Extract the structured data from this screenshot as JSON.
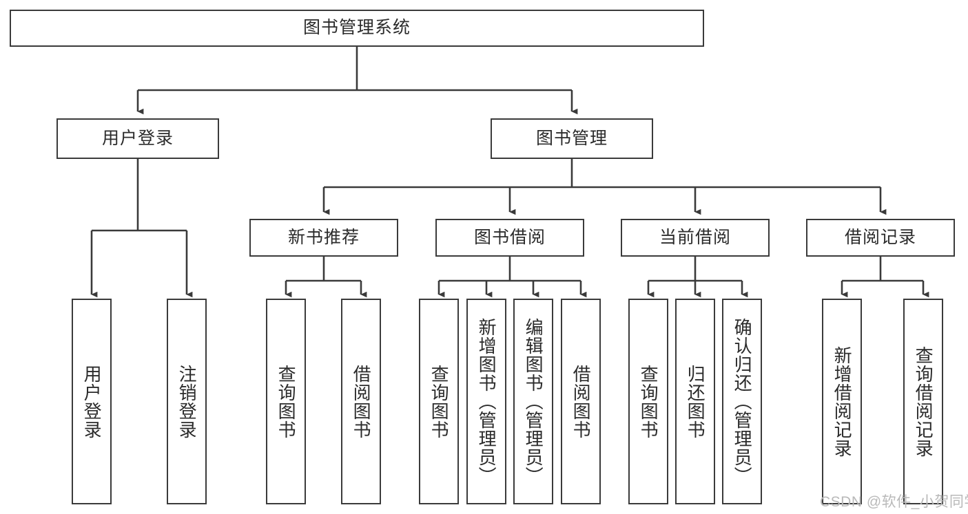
{
  "diagram": {
    "title_node": {
      "label": "图书管理系统"
    },
    "level2": [
      {
        "id": "user-login",
        "label": "用户登录"
      },
      {
        "id": "book-management",
        "label": "图书管理"
      }
    ],
    "level3": [
      {
        "id": "new-book-recommend",
        "label": "新书推荐"
      },
      {
        "id": "book-borrow",
        "label": "图书借阅"
      },
      {
        "id": "current-borrow",
        "label": "当前借阅"
      },
      {
        "id": "borrow-record",
        "label": "借阅记录"
      }
    ],
    "leaves": [
      {
        "id": "leaf-user-login",
        "label": "用户登录",
        "group": "user-login"
      },
      {
        "id": "leaf-logout",
        "label": "注销登录",
        "group": "user-login"
      },
      {
        "id": "leaf-query-book-1",
        "label": "查询图书",
        "group": "new-book-recommend"
      },
      {
        "id": "leaf-borrow-book-1",
        "label": "借阅图书",
        "group": "new-book-recommend"
      },
      {
        "id": "leaf-query-book-2",
        "label": "查询图书",
        "group": "book-borrow"
      },
      {
        "id": "leaf-add-book",
        "label": "新增图书（管理员）",
        "group": "book-borrow"
      },
      {
        "id": "leaf-edit-book",
        "label": "编辑图书（管理员）",
        "group": "book-borrow"
      },
      {
        "id": "leaf-borrow-book-2",
        "label": "借阅图书",
        "group": "book-borrow"
      },
      {
        "id": "leaf-query-book-3",
        "label": "查询图书",
        "group": "current-borrow"
      },
      {
        "id": "leaf-return-book",
        "label": "归还图书",
        "group": "current-borrow"
      },
      {
        "id": "leaf-confirm-return",
        "label": "确认归还（管理员）",
        "group": "current-borrow"
      },
      {
        "id": "leaf-add-record",
        "label": "新增借阅记录",
        "group": "borrow-record"
      },
      {
        "id": "leaf-query-record",
        "label": "查询借阅记录",
        "group": "borrow-record"
      }
    ],
    "colors": {
      "line": "#3a3a3a",
      "text": "#2b2b2b",
      "background": "#ffffff",
      "watermark": "#b9b9b9"
    }
  },
  "watermark": {
    "text": "CSDN @软件_小贺同学"
  }
}
